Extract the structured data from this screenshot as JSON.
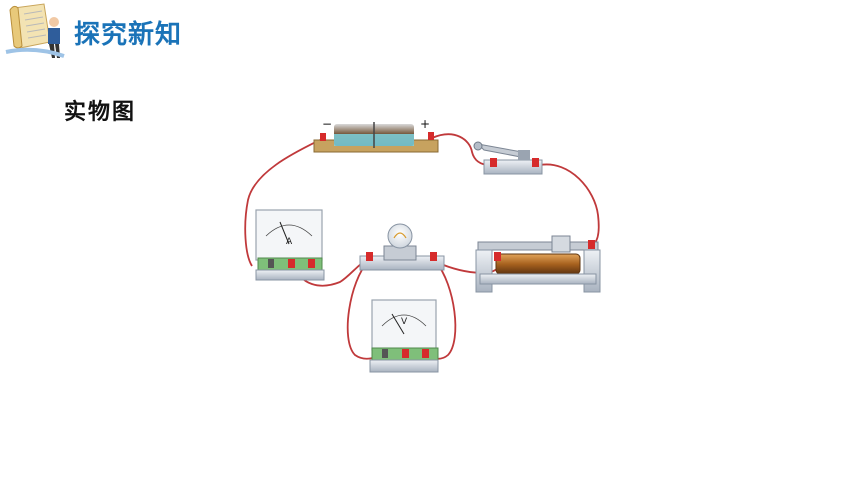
{
  "header": {
    "title": "探究新知",
    "icon": "scroll-with-person-icon"
  },
  "section": {
    "label": "实物图"
  },
  "battery": {
    "minus_label": "−",
    "plus_label": "+"
  },
  "ammeter": {
    "unit_label": "A"
  },
  "voltmeter": {
    "unit_label": "V"
  },
  "colors": {
    "title_blue": "#1a73b8",
    "wire_red": "#c0393b",
    "terminal_red": "#d62b2b"
  }
}
